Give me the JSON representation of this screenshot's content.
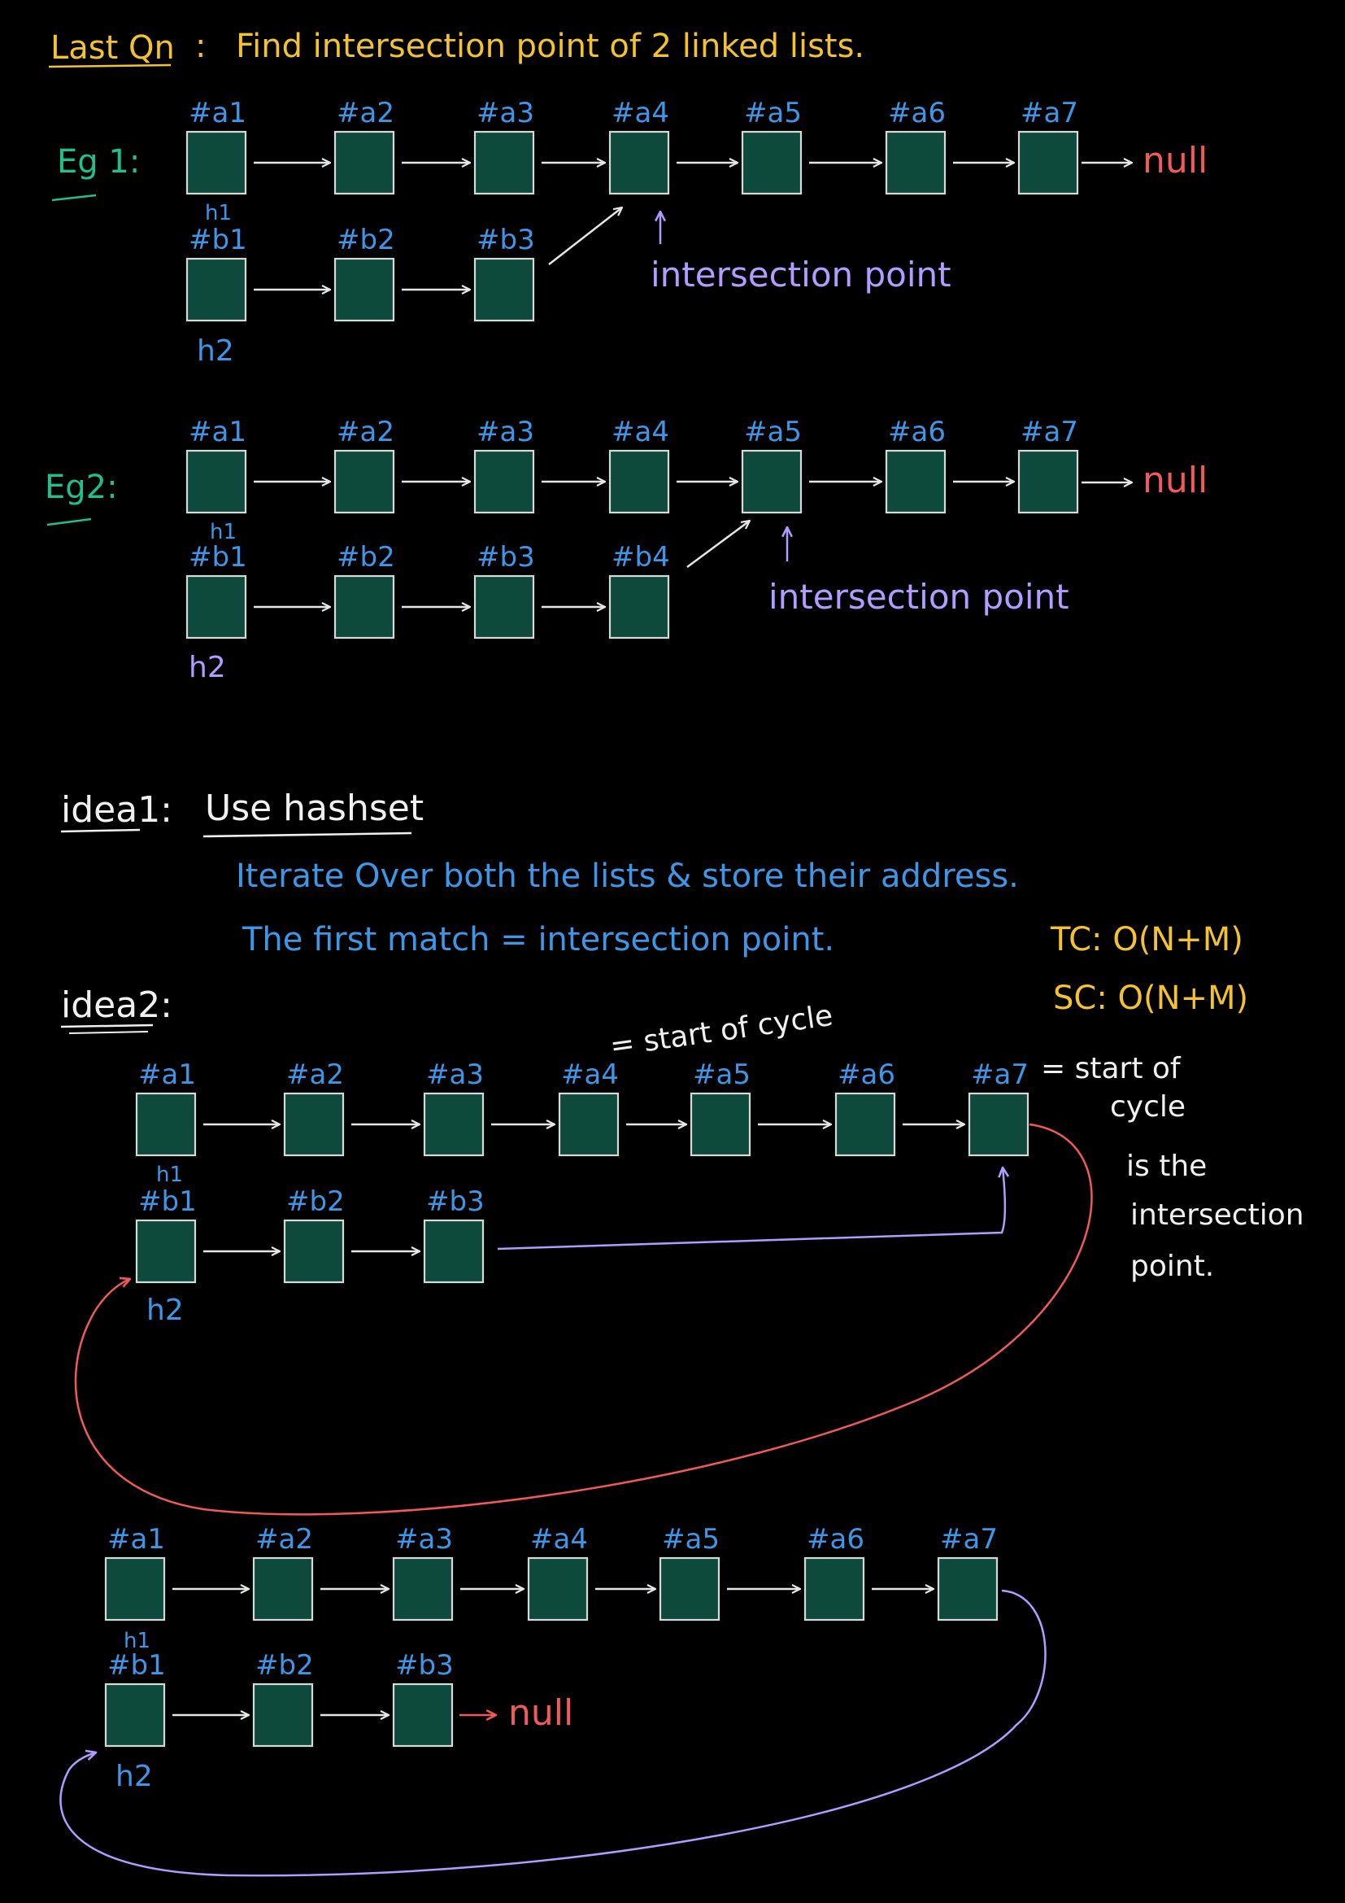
{
  "colors": {
    "background": "#000000",
    "node_fill": "#0e4a3c",
    "node_stroke": "#d8d8d8",
    "arrow": "#e6e6e6",
    "yellow": "#f2c230",
    "blue": "#3d96e6",
    "teal": "#1fbf8f",
    "purple": "#b39cff",
    "red": "#f05a5a",
    "white": "#f0f0f0"
  },
  "header": {
    "title_label": "Last Qn",
    "title_sep": ":",
    "title_text": "Find intersection point of 2 linked lists."
  },
  "eg1": {
    "label": "Eg 1:",
    "list_a": [
      "#a1",
      "#a2",
      "#a3",
      "#a4",
      "#a5",
      "#a6",
      "#a7"
    ],
    "list_b": [
      "#b1",
      "#b2",
      "#b3"
    ],
    "h1": "h1",
    "h2": "h2",
    "null": "null",
    "annotation": "intersection point"
  },
  "eg2": {
    "label": "Eg2:",
    "list_a": [
      "#a1",
      "#a2",
      "#a3",
      "#a4",
      "#a5",
      "#a6",
      "#a7"
    ],
    "list_b": [
      "#b1",
      "#b2",
      "#b3",
      "#b4"
    ],
    "h1": "h1",
    "h2": "h2",
    "null": "null",
    "annotation": "intersection point"
  },
  "idea1": {
    "label": "idea1:",
    "title": "Use hashset",
    "line1": "Iterate Over both the lists & store their address.",
    "line2": "The first match = intersection point.",
    "tc": "TC: O(N+M)",
    "sc": "SC: O(N+M)"
  },
  "idea2": {
    "label": "idea2:",
    "list_a": [
      "#a1",
      "#a2",
      "#a3",
      "#a4",
      "#a5",
      "#a6",
      "#a7"
    ],
    "list_b": [
      "#b1",
      "#b2",
      "#b3"
    ],
    "h1": "h1",
    "h2": "h2",
    "note_a4": "= start of cycle",
    "note_a7_1": "= start of",
    "note_a7_2": "cycle",
    "note_a7_3": "is the",
    "note_a7_4": "intersection",
    "note_a7_5": "point."
  },
  "idea3": {
    "list_a": [
      "#a1",
      "#a2",
      "#a3",
      "#a4",
      "#a5",
      "#a6",
      "#a7"
    ],
    "list_b": [
      "#b1",
      "#b2",
      "#b3"
    ],
    "h1": "h1",
    "h2": "h2",
    "null": "null"
  }
}
